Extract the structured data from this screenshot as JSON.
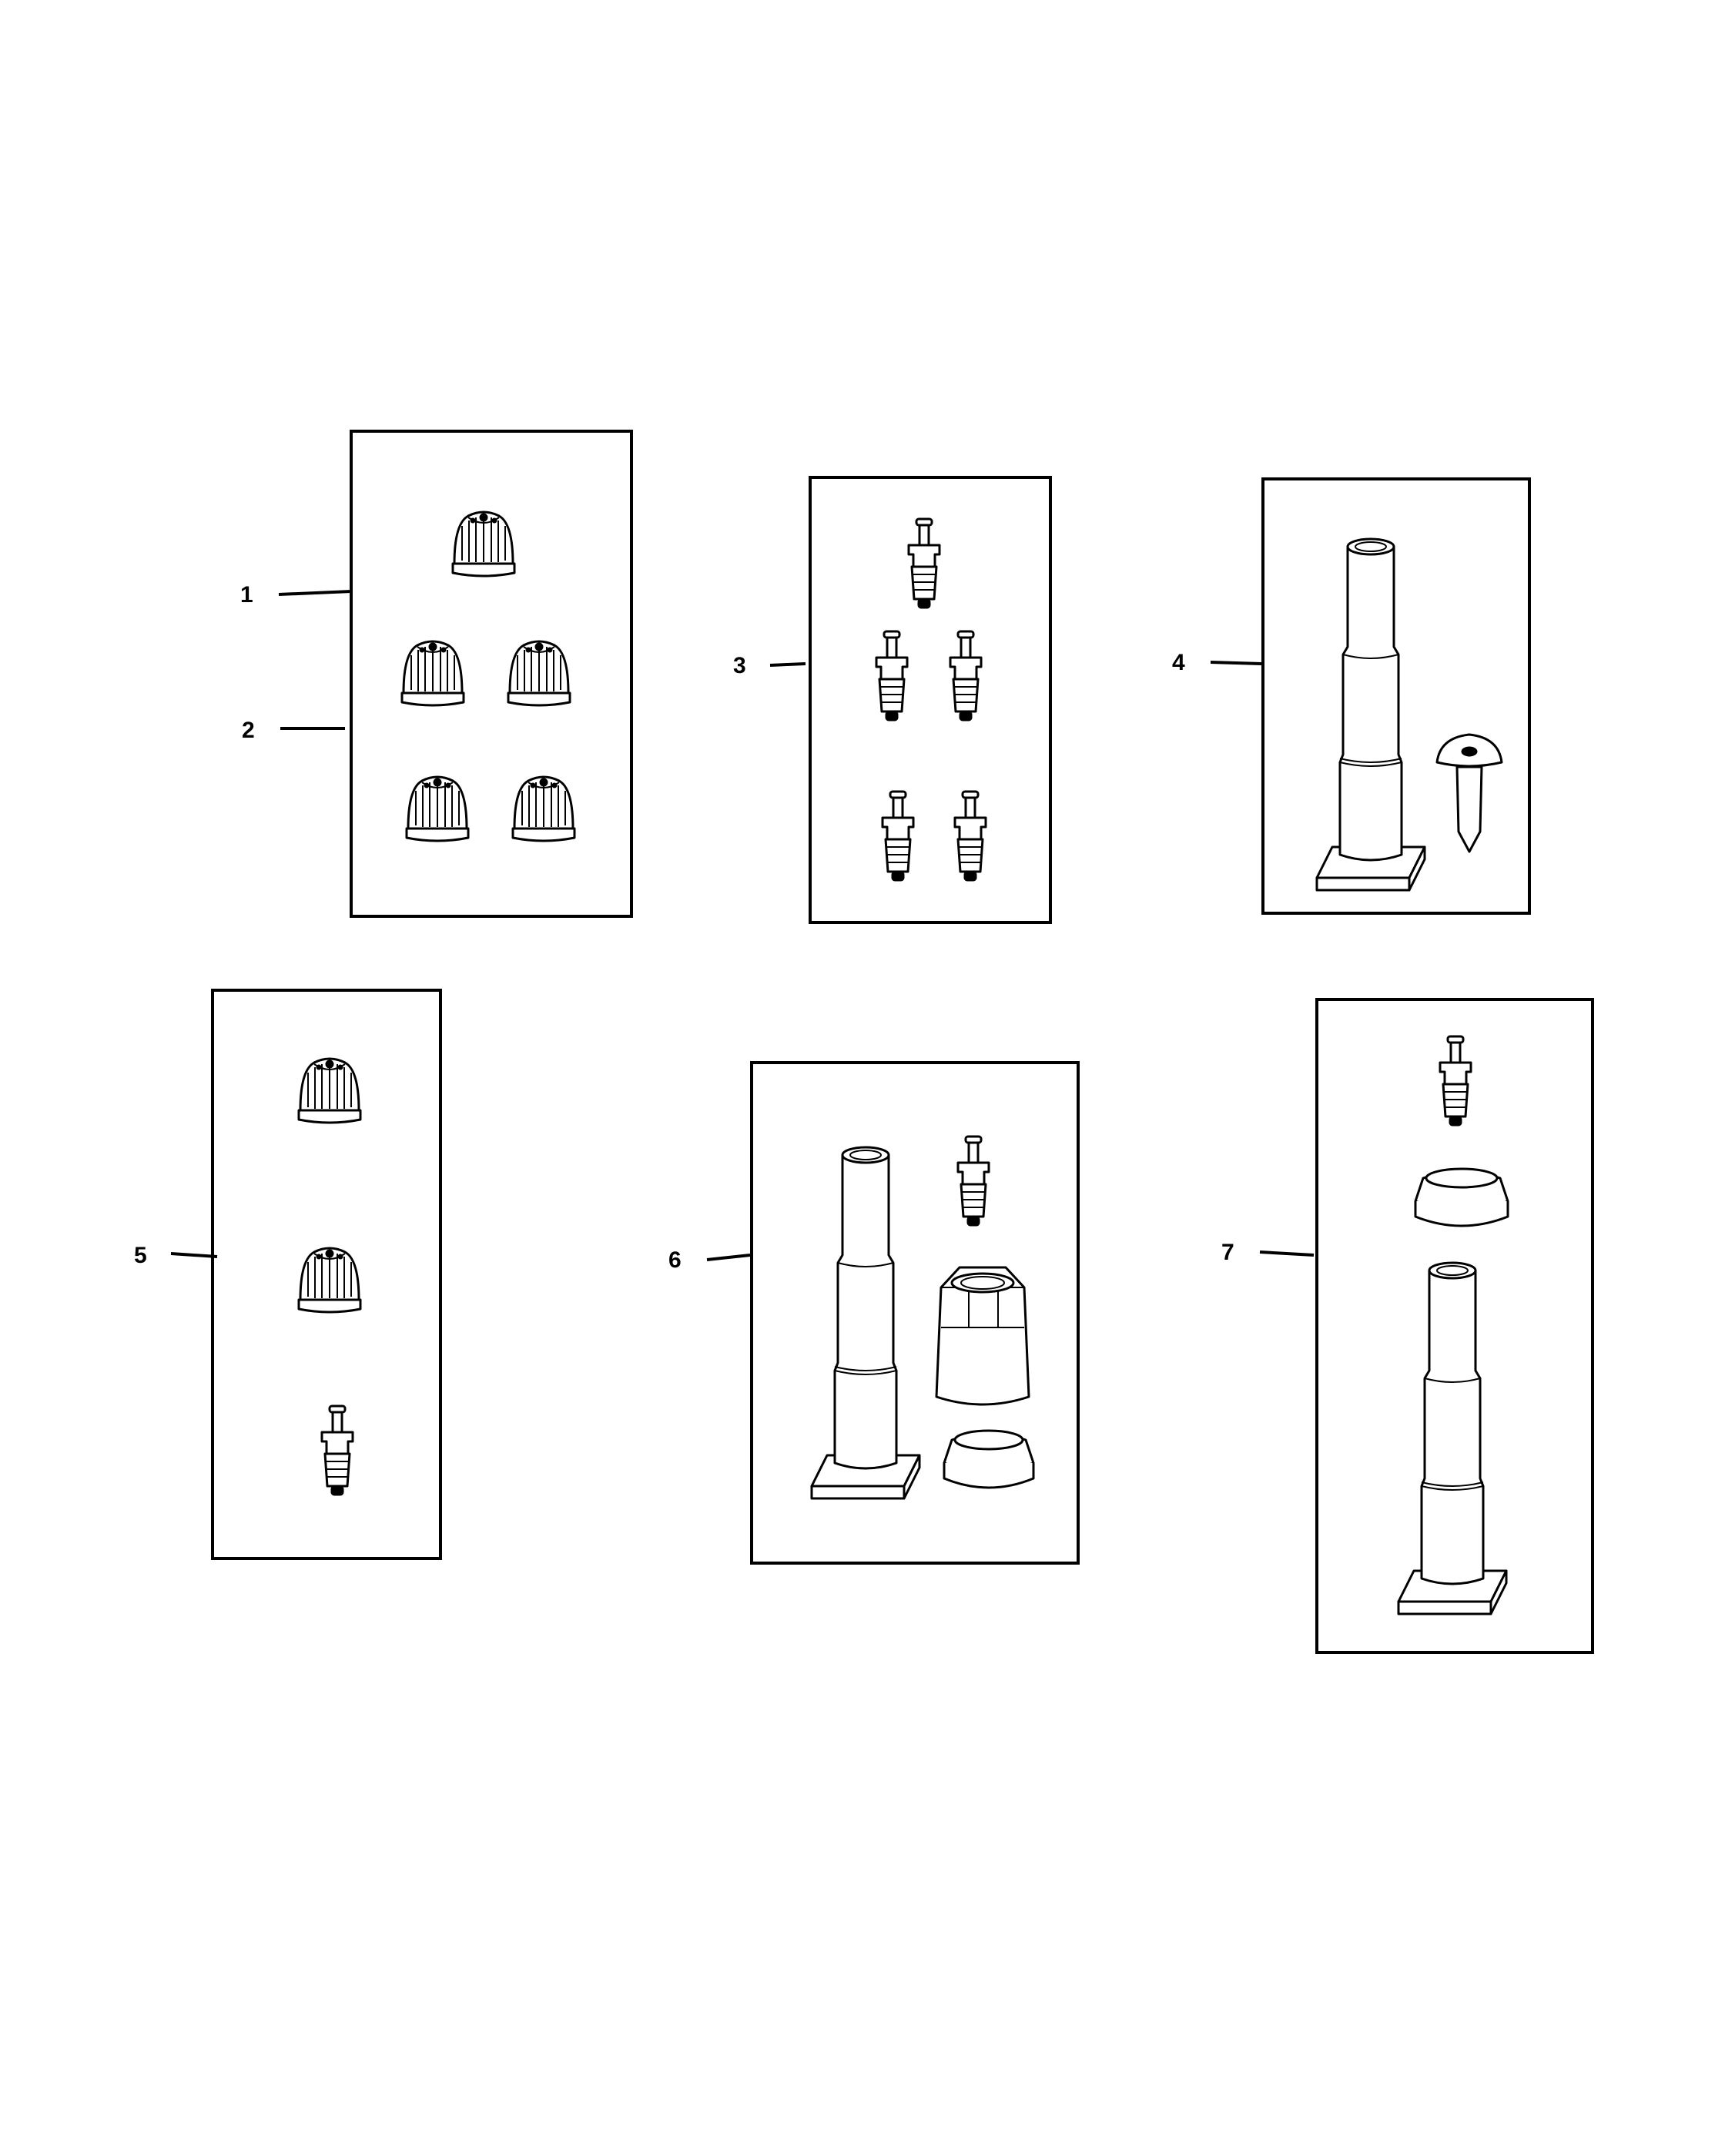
{
  "callouts": {
    "c1": "1",
    "c2": "2",
    "c3": "3",
    "c4": "4",
    "c5": "5",
    "c6": "6",
    "c7": "7"
  },
  "icons": {
    "cap": "valve-cap-icon",
    "core": "valve-core-icon",
    "stem": "valve-stem-icon",
    "screw": "screw-icon",
    "nut": "hex-nut-icon",
    "grommet": "grommet-icon"
  },
  "colors": {
    "line": "#000000",
    "background": "#ffffff"
  }
}
